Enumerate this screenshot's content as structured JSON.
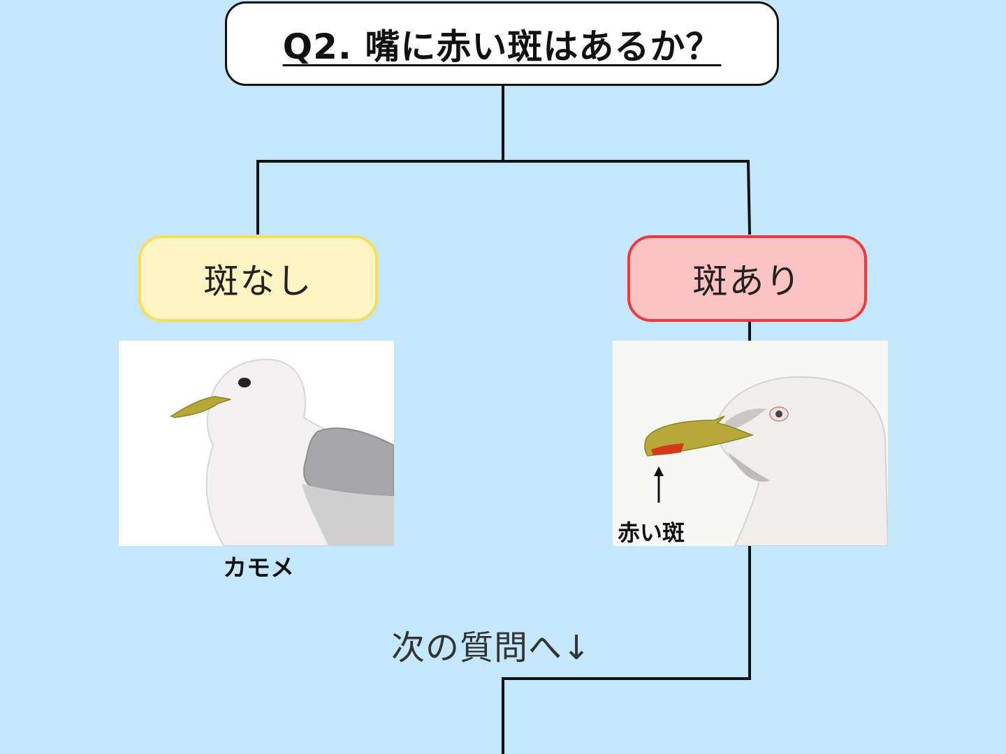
{
  "question": {
    "text": "Q2. 嘴に赤い斑はあるか？"
  },
  "answers": [
    {
      "label": "斑なし",
      "fill": "#fef4c3",
      "border": "#f8df5a"
    },
    {
      "label": "斑あり",
      "fill": "#fdc3c3",
      "border": "#f0393e"
    }
  ],
  "left_result": {
    "caption": "カモメ"
  },
  "right_result": {
    "annotation": "赤い斑"
  },
  "next": {
    "text": "次の質問へ↓"
  },
  "colors": {
    "background": "#c5e7fb",
    "line": "#111111",
    "beak": "#b7a83a",
    "red_spot": "#d33a1a"
  }
}
